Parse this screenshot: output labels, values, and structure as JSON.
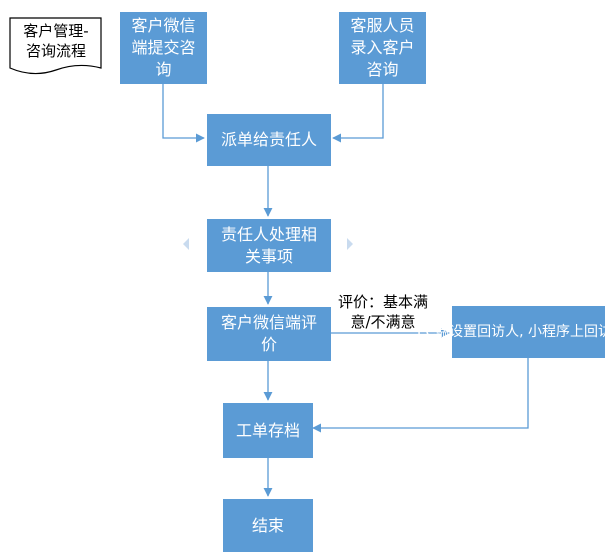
{
  "doc_label": "客户管理-\n咨询流程",
  "nodes": {
    "wechat_submit": "客户微信\n端提交咨\n询",
    "service_entry": "客服人员\n录入客户\n咨询",
    "dispatch": "派单给责任人",
    "handle": "责任人处理相\n关事项",
    "evaluate": "客户微信端评\n价",
    "revisit": "PC端设置回访人,\n小程序上回访登记",
    "archive": "工单存档",
    "end": "结束"
  },
  "edges": {
    "evaluation_label": "评价：基本满\n意/不满意"
  }
}
